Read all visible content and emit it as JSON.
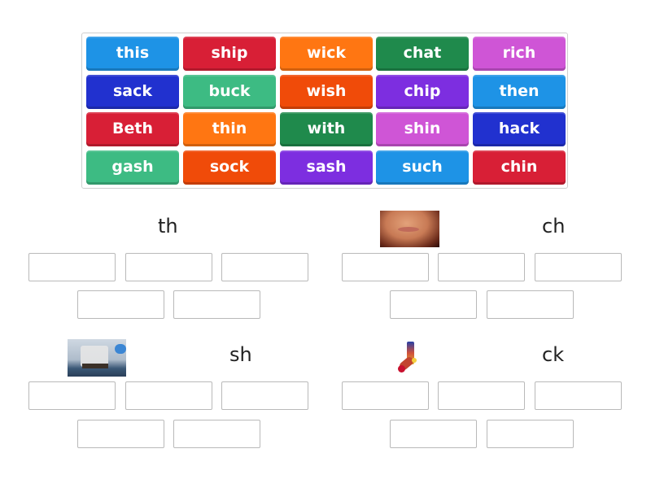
{
  "word_bank": {
    "tiles": [
      {
        "word": "this",
        "color": "#1e93e6"
      },
      {
        "word": "ship",
        "color": "#d81f36"
      },
      {
        "word": "wick",
        "color": "#ff7612"
      },
      {
        "word": "chat",
        "color": "#1f8a4c"
      },
      {
        "word": "rich",
        "color": "#cf55d6"
      },
      {
        "word": "sack",
        "color": "#2131cf"
      },
      {
        "word": "buck",
        "color": "#3dbb83"
      },
      {
        "word": "wish",
        "color": "#f04b09"
      },
      {
        "word": "chip",
        "color": "#7d2ee0"
      },
      {
        "word": "then",
        "color": "#1e93e6"
      },
      {
        "word": "Beth",
        "color": "#d81f36"
      },
      {
        "word": "thin",
        "color": "#ff7612"
      },
      {
        "word": "with",
        "color": "#1f8a4c"
      },
      {
        "word": "shin",
        "color": "#cf55d6"
      },
      {
        "word": "hack",
        "color": "#2131cf"
      },
      {
        "word": "gash",
        "color": "#3dbb83"
      },
      {
        "word": "sock",
        "color": "#f04b09"
      },
      {
        "word": "sash",
        "color": "#7d2ee0"
      },
      {
        "word": "such",
        "color": "#1e93e6"
      },
      {
        "word": "chin",
        "color": "#d81f36"
      }
    ]
  },
  "groups": [
    {
      "label": "th",
      "image": null
    },
    {
      "label": "ch",
      "image": "face-chin-photo"
    },
    {
      "label": "sh",
      "image": "ship-photo"
    },
    {
      "label": "ck",
      "image": "sock-photo"
    }
  ]
}
